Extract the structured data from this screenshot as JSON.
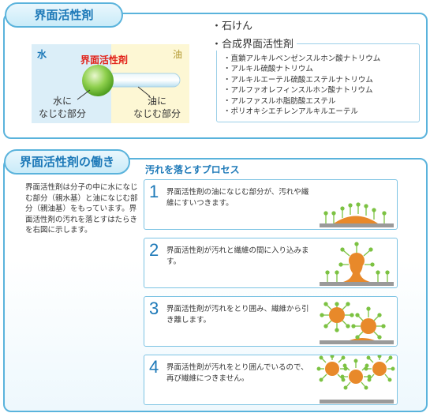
{
  "section1": {
    "title": "界面活性剤",
    "diagram": {
      "water_label": "水",
      "oil_label": "油",
      "surfactant_label": "界面活性剤",
      "hydrophilic_label": "水に\nなじむ部分",
      "lipophilic_label": "油に\nなじむ部分"
    },
    "types": {
      "soap": "・石けん",
      "synthetic": "・合成界面活性剤",
      "items": [
        "・直鎖アルキルベンゼンスルホン酸ナトリウム",
        "・アルキル硫酸ナトリウム",
        "・アルキルエーテル硫酸エステルナトリウム",
        "・アルファオレフィンスルホン酸ナトリウム",
        "・アルファスルホ脂肪酸エステル",
        "・ポリオキシエチレンアルキルエーテル"
      ]
    }
  },
  "section2": {
    "title": "界面活性剤の働き",
    "description": "界面活性剤は分子の中に水になじむ部分（親水基）と油になじむ部分（親油基）をもっています。界面活性剤の汚れを落とすはたらきを右図に示します。",
    "process_title": "汚れを落とすプロセス",
    "steps": [
      {
        "number": "1",
        "text": "界面活性剤の油になじむ部分が、汚れや繊維にすいつきます。"
      },
      {
        "number": "2",
        "text": "界面活性剤が汚れと繊維の間に入り込みます。"
      },
      {
        "number": "3",
        "text": "界面活性剤が汚れをとり囲み、繊維から引き離します。"
      },
      {
        "number": "4",
        "text": "界面活性剤が汚れをとり囲んでいるので、再び繊維につきません。"
      }
    ]
  },
  "colors": {
    "accent_blue": "#1d79b8",
    "border_blue": "#5ab3dc",
    "surfactant_red": "#e2231a",
    "dirt_orange": "#e8892a",
    "head_green": "#7cc242"
  }
}
